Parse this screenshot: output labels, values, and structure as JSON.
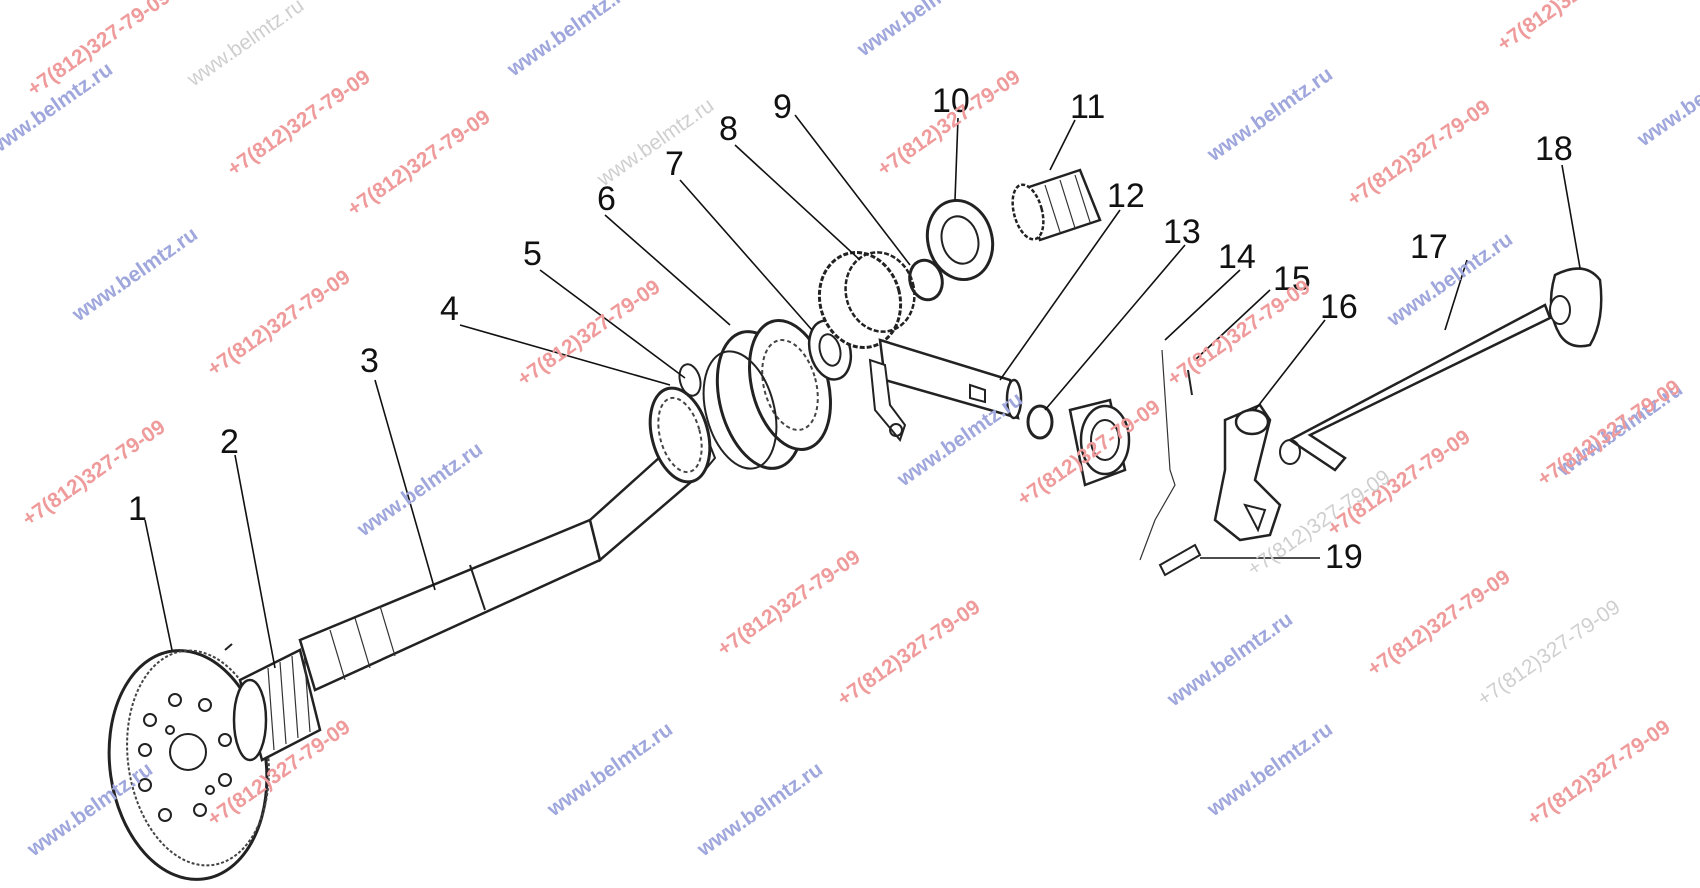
{
  "watermarks": {
    "url": "www.belmtz.ru",
    "phone": "+7(812)327-79-09"
  },
  "callouts": [
    "1",
    "2",
    "3",
    "4",
    "5",
    "6",
    "7",
    "8",
    "9",
    "10",
    "11",
    "12",
    "13",
    "14",
    "15",
    "16",
    "17",
    "18",
    "19"
  ],
  "colors": {
    "url_watermark": "#9fa7dc",
    "phone_watermark": "#ef9b9b",
    "drawing": "#222222"
  }
}
